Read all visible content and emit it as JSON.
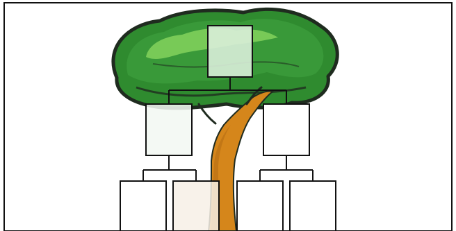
{
  "diagram": {
    "kind": "family-tree-template",
    "colors": {
      "background": "#ffffff",
      "frame": "#111111",
      "leaves_dark": "#2f8b2f",
      "leaves_mid": "#3a9a3a",
      "leaves_light": "#7fcf5b",
      "outline": "#1f2b1f",
      "trunk": "#d5861b",
      "trunk_shadow": "#b26b13",
      "box_fill": "#ffffff",
      "box_fill_on_tree": "#d9eed9",
      "box_stroke": "#111111",
      "connector": "#111111"
    },
    "nodes": [
      {
        "id": "root",
        "label": ""
      },
      {
        "id": "child-left",
        "label": ""
      },
      {
        "id": "child-right",
        "label": ""
      },
      {
        "id": "grandchild-1",
        "label": ""
      },
      {
        "id": "grandchild-2",
        "label": ""
      },
      {
        "id": "grandchild-3",
        "label": ""
      },
      {
        "id": "grandchild-4",
        "label": ""
      }
    ]
  }
}
